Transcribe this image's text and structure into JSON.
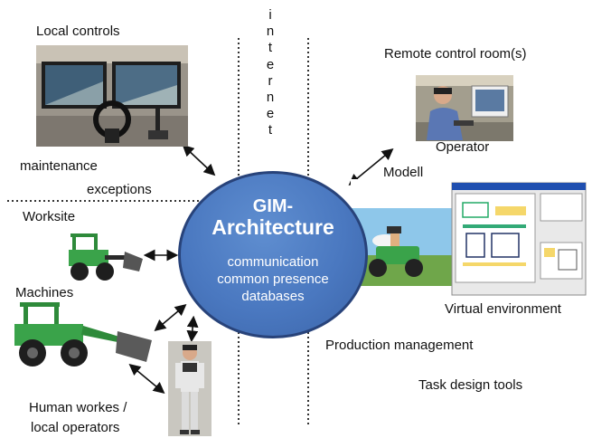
{
  "labels": {
    "local_controls": "Local controls",
    "maintenance": "maintenance",
    "exceptions": "exceptions",
    "worksite": "Worksite",
    "machines": "Machines",
    "human_line1": "Human workes /",
    "human_line2": "local operators",
    "remote_room": "Remote control room(s)",
    "operator": "Operator",
    "modell": "Modell",
    "virtual_env": "Virtual environment",
    "production_mgmt": "Production management",
    "task_design": "Task design tools"
  },
  "internet_letters": [
    "i",
    "n",
    "t",
    "e",
    "r",
    "n",
    "e",
    "t"
  ],
  "center": {
    "title_line1": "GIM-",
    "title_line2": "Architecture",
    "items": [
      "communication",
      "common presence",
      "databases"
    ]
  },
  "colors": {
    "circle_fill": "#4a78c0",
    "circle_border": "#28437a",
    "machine_green": "#3aa34a",
    "sky": "#8ec7ea"
  }
}
